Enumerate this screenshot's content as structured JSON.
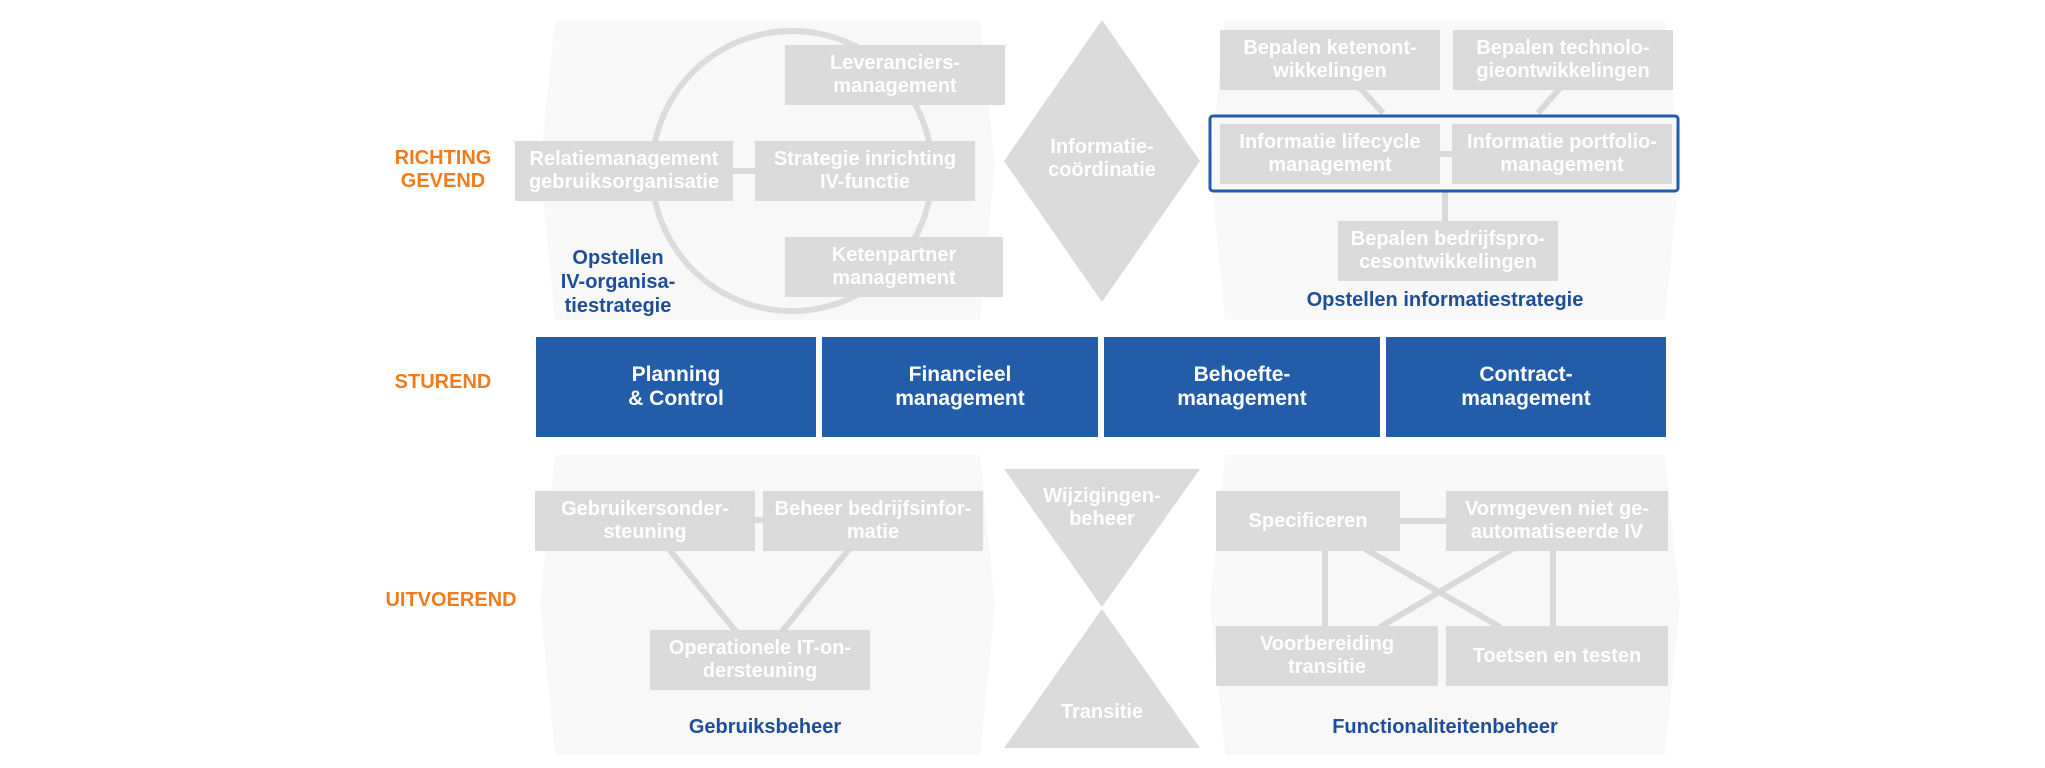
{
  "colors": {
    "accent_orange": "#f07c1e",
    "primary_blue": "#235ca8",
    "box_gray": "#dadada",
    "panel_gray": "#f8f8f8",
    "line_gray": "#d9d9d9"
  },
  "rows": {
    "richting": "RICHTING\nGEVEND",
    "sturend": "STUREND",
    "uitvoerend": "UITVOEREND"
  },
  "iv_organisatie": {
    "caption": "Opstellen\nIV-organisa-\ntiestrategie",
    "leveranciers": "Leveranciers-\nmanagement",
    "relatie": "Relatiemanagement\ngebruiksorganisatie",
    "strategie": "Strategie inrichting\nIV-functie",
    "ketenpartner": "Ketenpartner\nmanagement"
  },
  "informatie_coordinatie": "Informatie-\ncoördinatie",
  "informatiestrategie": {
    "caption": "Opstellen informatiestrategie",
    "ketenont": "Bepalen ketenont-\nwikkelingen",
    "technologie": "Bepalen technolo-\ngieontwikkelingen",
    "lifecycle": "Informatie lifecycle\nmanagement",
    "portfolio": "Informatie portfolio-\nmanagement",
    "bedrijfsproces": "Bepalen bedrijfspro-\ncesontwikkelingen"
  },
  "sturend": {
    "planning": "Planning\n& Control",
    "financieel": "Financieel\nmanagement",
    "behoefte": "Behoefte-\nmanagement",
    "contract": "Contract-\nmanagement"
  },
  "gebruiksbeheer": {
    "caption": "Gebruiksbeheer",
    "ondersteuning": "Gebruikersonder-\nsteuning",
    "bedrijfsinfo": "Beheer bedrijfsinfor-\nmatie",
    "operationele": "Operationele IT-on-\ndersteuning"
  },
  "wijzigingenbeheer": "Wijzigingen-\nbeheer",
  "transitie": "Transitie",
  "functionaliteitenbeheer": {
    "caption": "Functionaliteitenbeheer",
    "specificeren": "Specificeren",
    "vormgeven": "Vormgeven niet ge-\nautomatiseerde IV",
    "voorbereiding": "Voorbereiding\ntransitie",
    "toetsen": "Toetsen en testen"
  }
}
